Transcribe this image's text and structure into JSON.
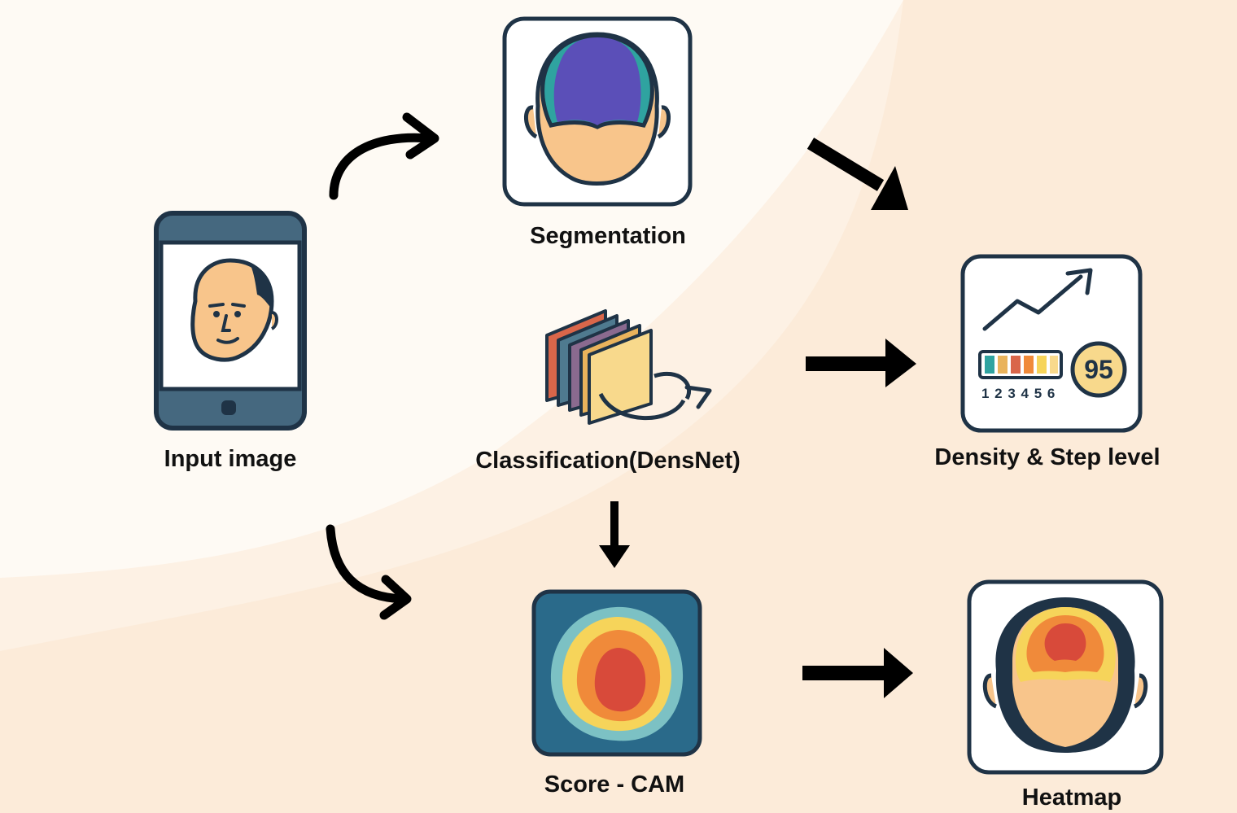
{
  "nodes": {
    "input": {
      "label": "Input image"
    },
    "segmentation": {
      "label": "Segmentation"
    },
    "classification": {
      "label": "Classification(DensNet)"
    },
    "density": {
      "label": "Density & Step level",
      "score": "95",
      "steps": "1 2 3 4 5 6"
    },
    "scorecam": {
      "label": "Score - CAM"
    },
    "heatmap": {
      "label": "Heatmap"
    }
  },
  "colors": {
    "background": "#fdf1e4",
    "outline": "#1f3346",
    "skin": "#f8c58b",
    "segment": "#5b4fb8",
    "segment_edge": "#2fa3a0",
    "heat_center": "#d84a3a",
    "heat_mid": "#f08a3a",
    "heat_outer": "#f6d45a",
    "heat_bg": "#2a6a8a"
  },
  "edges": [
    {
      "from": "input",
      "to": "segmentation"
    },
    {
      "from": "input",
      "to": "scorecam"
    },
    {
      "from": "segmentation",
      "to": "density"
    },
    {
      "from": "classification",
      "to": "density"
    },
    {
      "from": "classification",
      "to": "scorecam"
    },
    {
      "from": "scorecam",
      "to": "heatmap"
    }
  ]
}
